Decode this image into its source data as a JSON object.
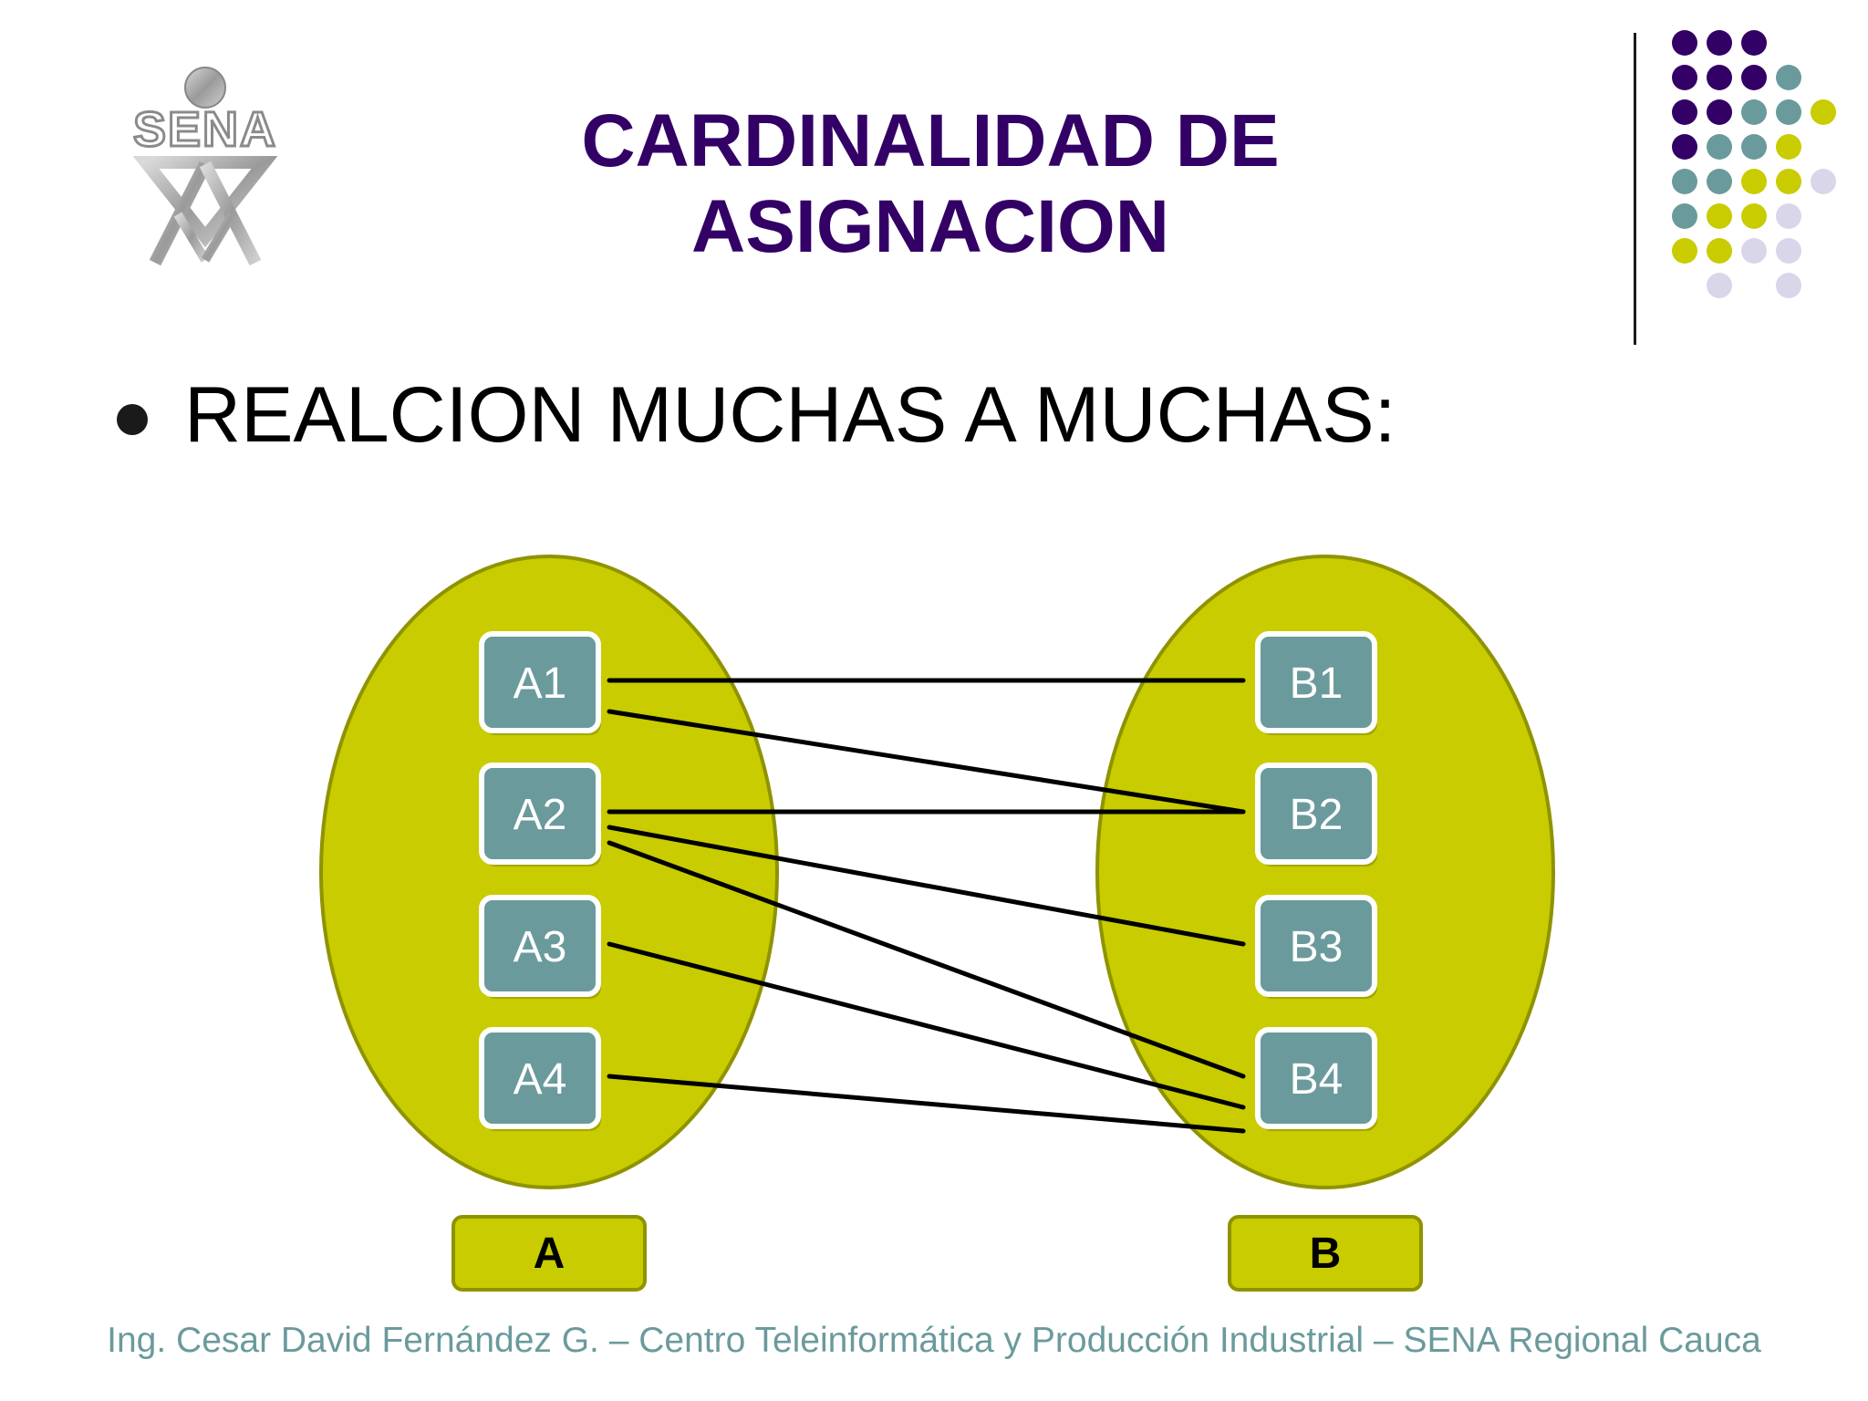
{
  "title": {
    "line1": "CARDINALIDAD DE",
    "line2": "ASIGNACION"
  },
  "logo": {
    "text": "SENA"
  },
  "bullet": {
    "text": "REALCION MUCHAS A MUCHAS:"
  },
  "diagram": {
    "set_a": {
      "label": "A",
      "elements": [
        "A1",
        "A2",
        "A3",
        "A4"
      ]
    },
    "set_b": {
      "label": "B",
      "elements": [
        "B1",
        "B2",
        "B3",
        "B4"
      ]
    },
    "relations": [
      [
        "A1",
        "B1"
      ],
      [
        "A1",
        "B2"
      ],
      [
        "A2",
        "B2"
      ],
      [
        "A2",
        "B3"
      ],
      [
        "A2",
        "B4"
      ],
      [
        "A3",
        "B4"
      ],
      [
        "A4",
        "B4"
      ]
    ]
  },
  "footer": {
    "text": "Ing. Cesar David Fernández G. – Centro Teleinformática y Producción Industrial – SENA Regional Cauca"
  },
  "colors": {
    "title": "#330066",
    "ellipse_fill": "#c8cc00",
    "ellipse_stroke": "#8f9300",
    "node_fill": "#6b9a9c",
    "node_border": "#ffffff",
    "footer": "#6b9a9c",
    "dot_purple": "#330066",
    "dot_teal": "#6b9a9c",
    "dot_olive": "#c8cc00",
    "dot_lavender": "#d9d6ea"
  }
}
